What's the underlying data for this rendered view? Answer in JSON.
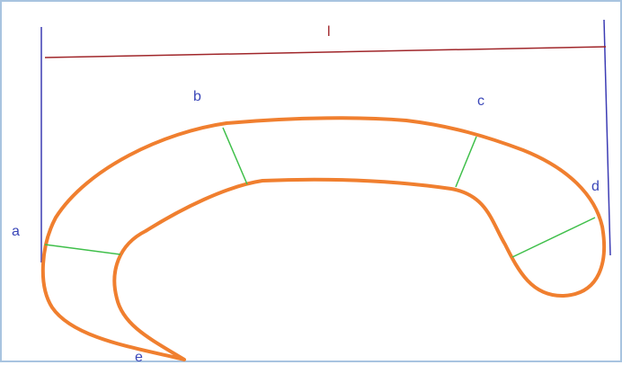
{
  "diagram": {
    "labels": {
      "length": "l",
      "a": "a",
      "b": "b",
      "c": "c",
      "d": "d",
      "e": "e"
    },
    "colors": {
      "outline": "#f07f2f",
      "sections": "#3fbf4a",
      "bounds": "#3c3cb4",
      "length_line": "#a0262a",
      "letters": "#3a46b8",
      "frame": "#a8c4e0"
    }
  }
}
